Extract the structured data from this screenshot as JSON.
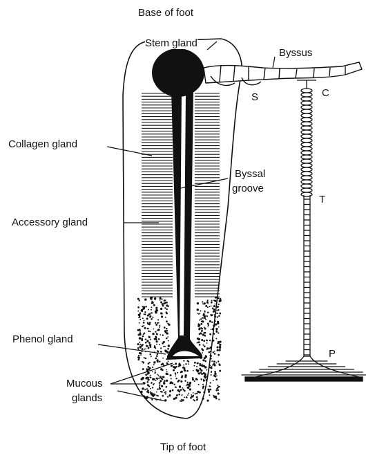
{
  "labels": {
    "base_of_foot": "Base of foot",
    "stem_gland": "Stem gland",
    "byssus": "Byssus",
    "s": "S",
    "c": "C",
    "collagen_gland": "Collagen gland",
    "byssal_groove_1": "Byssal",
    "byssal_groove_2": "groove",
    "t": "T",
    "accessory_gland": "Accessory gland",
    "phenol_gland": "Phenol gland",
    "p": "P",
    "mucous_glands_1": "Mucous",
    "mucous_glands_2": "glands",
    "tip_of_foot": "Tip of foot"
  }
}
